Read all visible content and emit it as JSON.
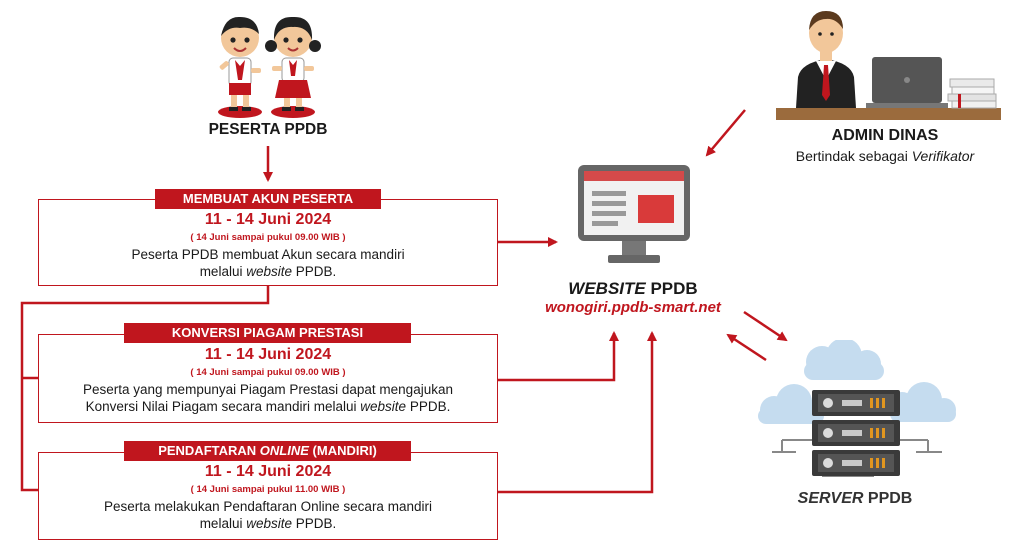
{
  "peserta": {
    "label": "PESERTA PPDB"
  },
  "admin": {
    "label": "ADMIN DINAS",
    "sub_prefix": "Bertindak sebagai",
    "sub_em": "Verifikator"
  },
  "website": {
    "label_em": "WEBSITE",
    "label_rest": "PPDB",
    "url": "wonogiri.ppdb-smart.net"
  },
  "server": {
    "label_em": "SERVER",
    "label_rest": "PPDB"
  },
  "steps": [
    {
      "title": "MEMBUAT AKUN PESERTA",
      "date": "11 - 14 Juni 2024",
      "note": "( 14 Juni sampai pukul 09.00 WIB )",
      "line1": "Peserta PPDB membuat Akun secara mandiri",
      "line2_prefix": "melalui",
      "line2_em": "website",
      "line2_suffix": "PPDB."
    },
    {
      "title": "KONVERSI PIAGAM PRESTASI",
      "date": "11 - 14 Juni 2024",
      "note": "( 14 Juni sampai pukul 09.00 WIB )",
      "line1": "Peserta yang mempunyai Piagam Prestasi dapat mengajukan",
      "line2_prefix": "Konversi Nilai Piagam secara mandiri melalui",
      "line2_em": "website",
      "line2_suffix": "PPDB."
    },
    {
      "title_prefix": "PENDAFTARAN",
      "title_em": "ONLINE",
      "title_suffix": "(MANDIRI)",
      "date": "11 - 14 Juni 2024",
      "note": "( 14 Juni sampai pukul 11.00 WIB )",
      "line1": "Peserta melakukan Pendaftaran Online secara mandiri",
      "line2_prefix": "melalui",
      "line2_em": "website",
      "line2_suffix": "PPDB."
    }
  ],
  "colors": {
    "accent": "#c0161e",
    "text": "#1a1a1a",
    "cloud": "#c5dcef",
    "monitor": "#666666"
  }
}
